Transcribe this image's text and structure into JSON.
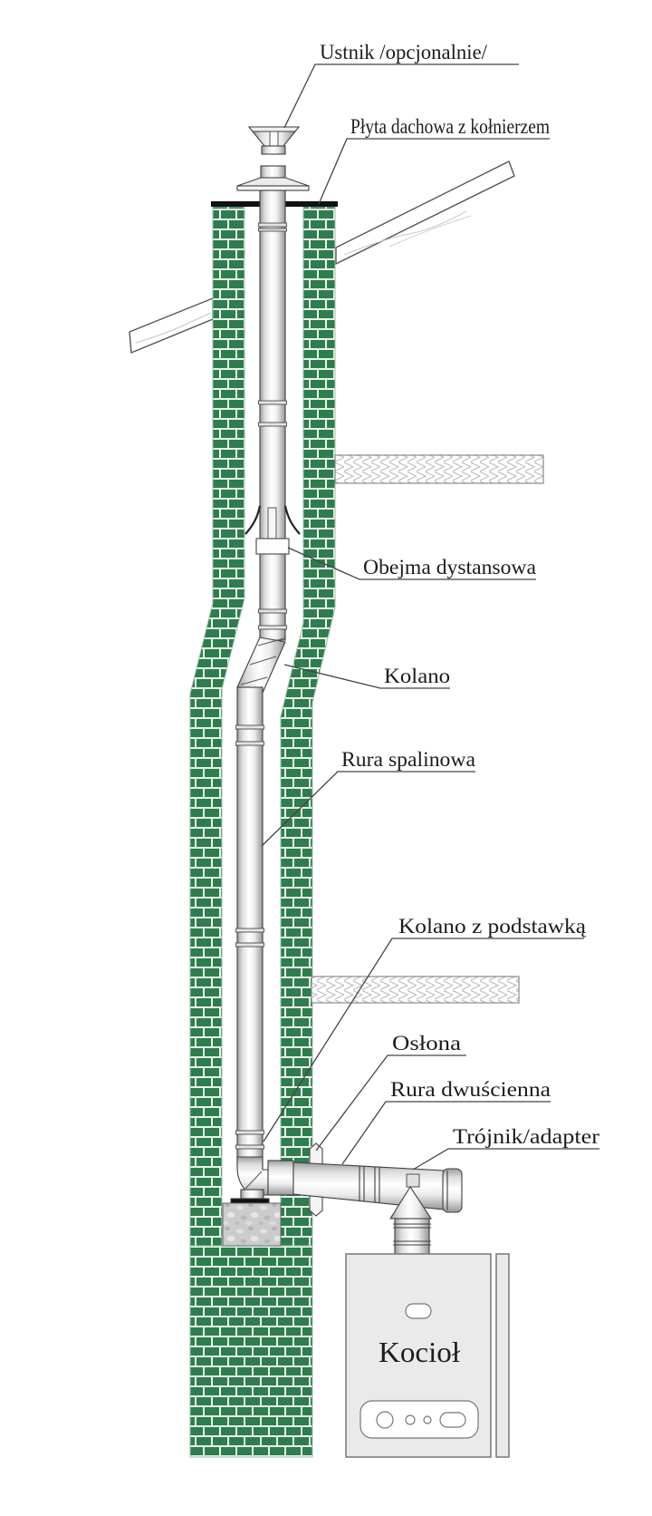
{
  "diagram": {
    "labels": {
      "ustnik": "Ustnik /opcjonalnie/",
      "plyta_dachowa": "Płyta dachowa z kołnierzem",
      "obejma": "Obejma dystansowa",
      "kolano": "Kolano",
      "rura_spalinowa": "Rura spalinowa",
      "kolano_z_podstawka": "Kolano z podstawką",
      "oslona": "Osłona",
      "rura_dwuscienna": "Rura dwuścienna",
      "trojnik_adapter": "Trójnik/adapter",
      "kociol": "Kocioł"
    },
    "colors": {
      "brick": "#2e7d4c",
      "mortar": "#e9f3ec",
      "roof_plate": "#111111",
      "boiler_fill": "#eaeaea",
      "slab_hatch": "#b8b8b8",
      "concrete": "#cccccc",
      "outline": "#3f3f3f",
      "leader": "#444444"
    }
  }
}
